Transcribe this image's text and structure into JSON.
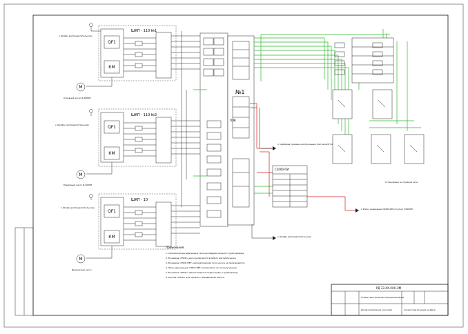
{
  "panels": [
    {
      "label": "ШКП - 110 №1",
      "breaker": "QF1",
      "contactor": "КМ",
      "consumer": "Основной насос Д-2000П",
      "feed_text": "к Шкафу распределительному"
    },
    {
      "label": "ШКП - 110 №2",
      "breaker": "QF1",
      "contactor": "КМ",
      "consumer": "Резервный насос Д-2000П",
      "feed_text": "к Шкафу распределительному"
    },
    {
      "label": "ШКП - 10",
      "breaker": "QF1",
      "contactor": "КМ",
      "consumer": "Дренажный насос",
      "feed_text": "к Шкафу распределительному"
    }
  ],
  "motor_symbol": "М",
  "controller": {
    "label": "№1",
    "sub_label": "ПЛК"
  },
  "relay_module": {
    "label": "С2000-ПИ"
  },
  "right_device_caption": "Установлено на трубной сети",
  "links": [
    {
      "text": "к приборам приемно-контрольным «Сигнал-20П SMD»"
    },
    {
      "text": "к блоку индикации С2000-БИ и пульту С2000М"
    },
    {
      "text": "к Шкафу распределительному"
    }
  ],
  "notes_title": "Примечания:",
  "notes": [
    "1. Сигнализаторы давления в сети распределительного трубопровода;",
    "2. В режиме «ПУСК» насос включается в работу автоматически;",
    "3. В режиме «ПУСК НЕТ» автоматический пуск насоса не производится;",
    "4. Насос дренажный «ПУСК НЕТ» включается по сигналу уровня;",
    "5. В режиме «ПУСК» обеспечивается подача воды в трубопровод;",
    "6. Кнопка «ПУСК» для пробного объединения насоса."
  ],
  "title_block": {
    "doc_code": "РД 33-ХХ-ХХХ-ЭМ",
    "title": "Схема электрическая принципиальная",
    "subtitle": "Схема подключения шкафов",
    "org": "Шкаф управления насосами"
  },
  "colors": {
    "green_lines": "#2db82d",
    "red_lines": "#d11a1a",
    "ink": "#222222"
  }
}
